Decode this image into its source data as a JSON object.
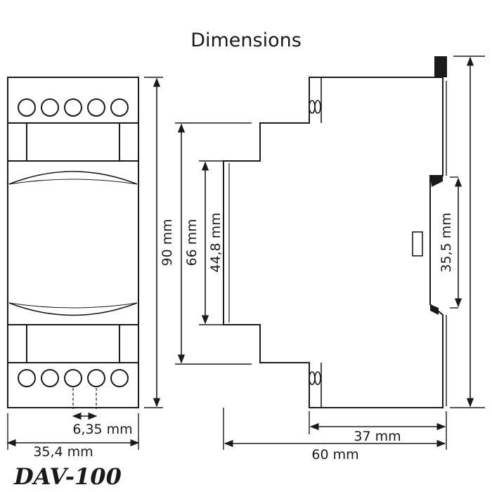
{
  "title": "Dimensions",
  "model": "DAV-100",
  "dimensions": {
    "height_total": "90 mm",
    "height_mid": "66 mm",
    "height_front": "44,8 mm",
    "rail": "35,5 mm",
    "terminal_pitch": "6,35 mm",
    "width": "35,4 mm",
    "depth_front": "37 mm",
    "depth_total": "60 mm"
  },
  "front_view": {
    "top_terminal_count": 5,
    "bottom_terminal_count": 5
  }
}
